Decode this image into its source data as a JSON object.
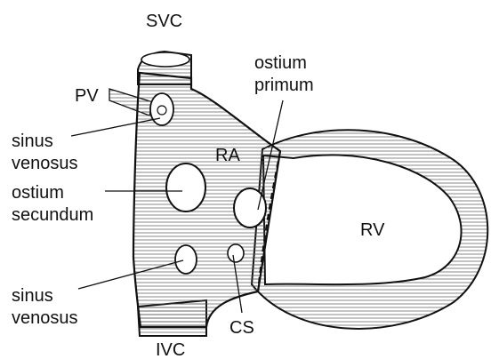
{
  "structures": {
    "svc": "SVC",
    "ivc": "IVC",
    "pv": "PV",
    "ra": "RA",
    "rv": "RV",
    "cs": "CS"
  },
  "defects": {
    "sinus_venosus_superior": [
      "sinus",
      "venosus"
    ],
    "ostium_secundum": [
      "ostium",
      "secundum"
    ],
    "ostium_primum": [
      "ostium",
      "primum"
    ],
    "sinus_venosus_inferior": [
      "sinus",
      "venosus"
    ]
  },
  "colors": {
    "ink": "#111111",
    "background": "#ffffff"
  }
}
